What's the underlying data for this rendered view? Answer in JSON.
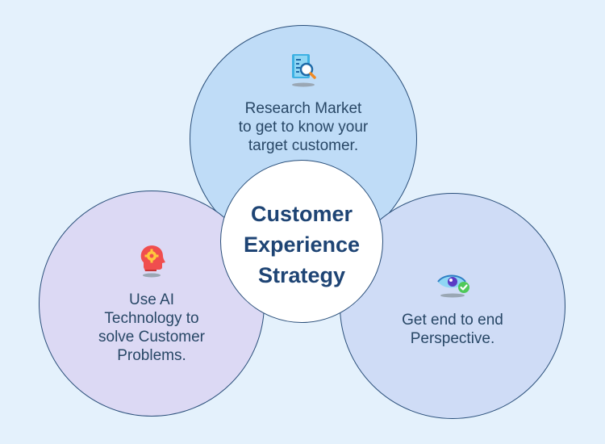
{
  "center": {
    "lines": [
      "Customer",
      "Experience",
      "Strategy"
    ]
  },
  "nodes": {
    "top": {
      "icon": "document-search-icon",
      "lines": [
        "Research Market",
        "to get to know your",
        "target customer."
      ]
    },
    "left": {
      "icon": "ai-head-gear-icon",
      "lines": [
        "Use AI",
        "Technology to",
        "solve Customer",
        "Problems."
      ]
    },
    "right": {
      "icon": "eye-check-icon",
      "lines": [
        "Get end to end",
        "Perspective."
      ]
    }
  },
  "colors": {
    "background": "#e4f1fc",
    "top_circle": "#bfdcf7",
    "left_circle": "#dcd9f4",
    "right_circle": "#cfdcf6",
    "center_circle": "#ffffff",
    "outline": "#2a4f7a",
    "title_text": "#1e4474",
    "body_text": "#284766"
  }
}
